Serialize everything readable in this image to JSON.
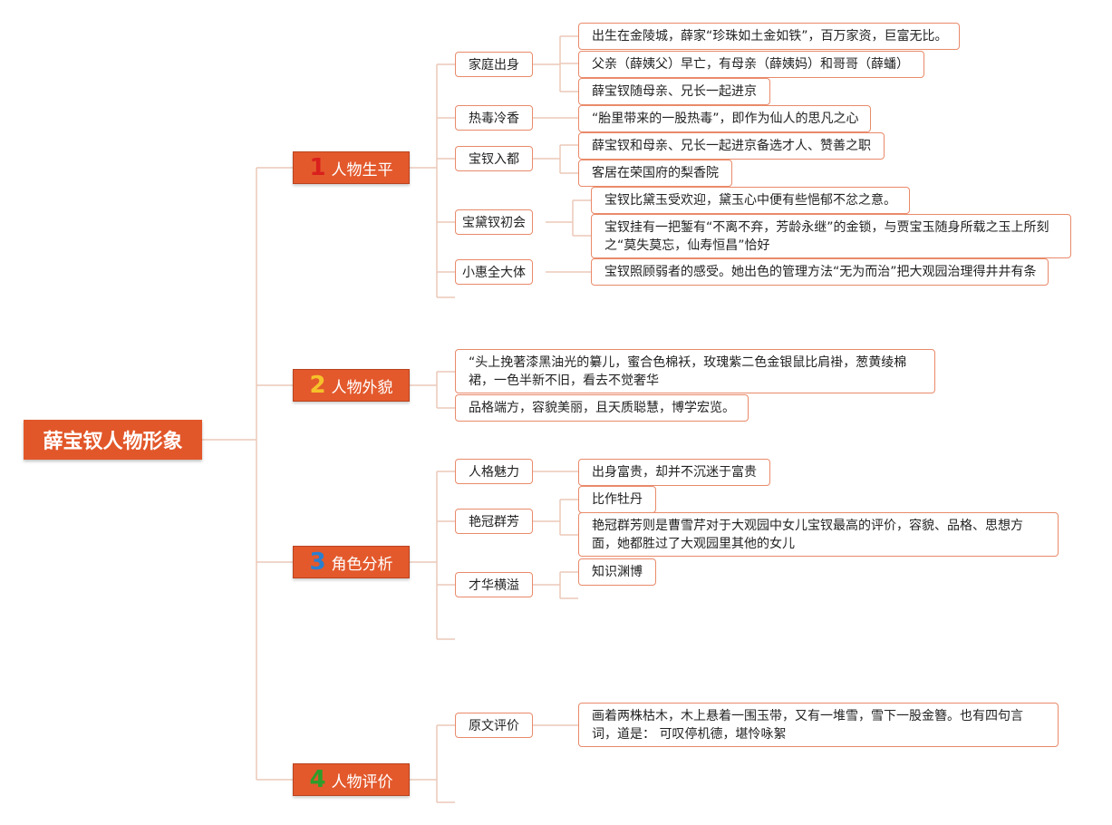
{
  "root": {
    "label": "薛宝钗人物形象"
  },
  "sections": [
    {
      "number": "1",
      "number_color": "#d9201d",
      "label": "人物生平",
      "groups": [
        {
          "label": "家庭出身",
          "leaves": [
            [
              "出生在金陵城，薛家“珍珠如土金如铁”，百万家资，巨富无比。"
            ],
            [
              "父亲（薛姨父）早亡，有母亲（薛姨妈）和哥哥（薛蟠）"
            ],
            [
              "薛宝钗随母亲、兄长一起进京"
            ]
          ]
        },
        {
          "label": "热毒冷香",
          "leaves": [
            [
              "“胎里带来的一股热毒”，即作为仙人的思凡之心"
            ]
          ]
        },
        {
          "label": "宝钗入都",
          "leaves": [
            [
              "薛宝钗和母亲、兄长一起进京备选才人、赞善之职"
            ],
            [
              "客居在荣国府的梨香院"
            ]
          ]
        },
        {
          "label": "宝黛钗初会",
          "leaves": [
            [
              "宝钗比黛玉受欢迎，黛玉心中便有些悒郁不忿之意。"
            ],
            [
              "宝钗挂有一把錾有“不离不弃，芳龄永继”的金锁，与贾宝玉随身所载之玉上所刻",
              "之“莫失莫忘，仙寿恒昌”恰好"
            ]
          ]
        },
        {
          "label": "小惠全大体",
          "leaves": [
            [
              "宝钗照顾弱者的感受。她出色的管理方法“无为而治”把大观园治理得井井有条"
            ]
          ]
        }
      ]
    },
    {
      "number": "2",
      "number_color": "#f6c12a",
      "label": "人物外貌",
      "direct": [
        [
          "“头上挽著漆黑油光的纂儿，蜜合色棉袄，玫瑰紫二色金银鼠比肩褂，葱黄绫棉",
          "裙，一色半新不旧，看去不觉奢华"
        ],
        [
          "品格端方，容貌美丽，且天质聪慧，博学宏览。"
        ]
      ]
    },
    {
      "number": "3",
      "number_color": "#2a7fd0",
      "label": "角色分析",
      "groups": [
        {
          "label": "人格魅力",
          "leaves": [
            [
              "出身富贵，却并不沉迷于富贵"
            ]
          ]
        },
        {
          "label": "艳冠群芳",
          "leaves": [
            [
              "比作牡丹"
            ],
            [
              "艳冠群芳则是曹雪芹对于大观园中女儿宝钗最高的评价，容貌、品格、思想方",
              "面，她都胜过了大观园里其他的女儿"
            ]
          ]
        },
        {
          "label": "才华横溢",
          "leaves": [
            [
              "知识渊博"
            ]
          ]
        }
      ]
    },
    {
      "number": "4",
      "number_color": "#2f9d2b",
      "label": "人物评价",
      "groups": [
        {
          "label": "原文评价",
          "leaves": [
            [
              "画着两株枯木，木上悬着一围玉带，又有一堆雪，雪下一股金簪。也有四句言",
              "词，道是： 可叹停机德，堪怜咏絮"
            ]
          ]
        }
      ]
    }
  ],
  "colors": {
    "accent": "#e3592c",
    "border": "#e98a6a",
    "line": "#ecc9b8"
  }
}
